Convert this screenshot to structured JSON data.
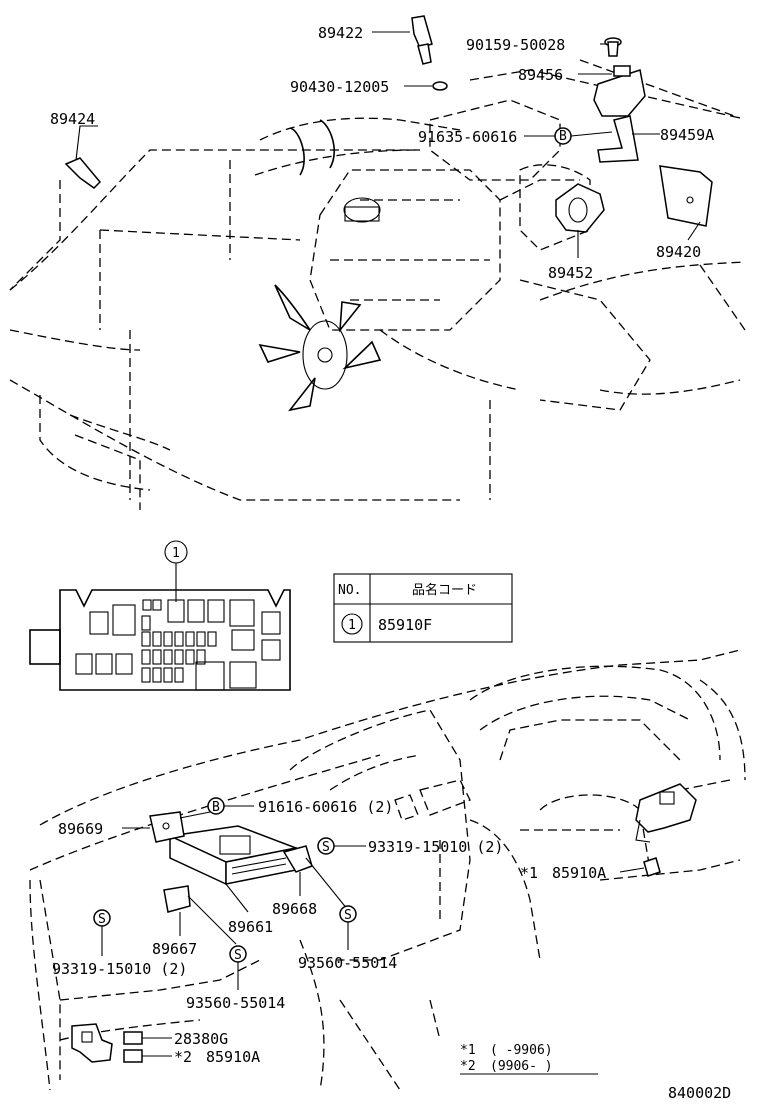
{
  "diagram_id": "840002D",
  "engine_parts": {
    "p89422": "89422",
    "p90159": "90159-50028",
    "p90430": "90430-12005",
    "p89456": "89456",
    "p89424": "89424",
    "p91635": "91635-60616",
    "p89459A": "89459A",
    "p89420": "89420",
    "p89452": "89452"
  },
  "table": {
    "col_no": "NO.",
    "col_code": "品名コード",
    "row_no": "1",
    "row_code": "85910F"
  },
  "fuse_block_callout": "1",
  "dash_parts": {
    "p91616": "91616-60616 (2)",
    "p89669": "89669",
    "p93319a": "93319-15010 (2)",
    "p89668": "89668",
    "p89661": "89661",
    "p89667": "89667",
    "p93319b": "93319-15010 (2)",
    "p93560a": "93560-55014",
    "p93560b": "93560-55014",
    "p85910A": "85910A",
    "mark1": "*1",
    "p28380G": "28380G",
    "mark2": "*2",
    "p85910A2": "85910A"
  },
  "symbols": {
    "bolt": "B",
    "screw": "S"
  },
  "footnote": {
    "l1_mark": "*1",
    "l1_text": "(          -9906)",
    "l2_mark": "*2",
    "l2_text": "(9906-          )"
  }
}
